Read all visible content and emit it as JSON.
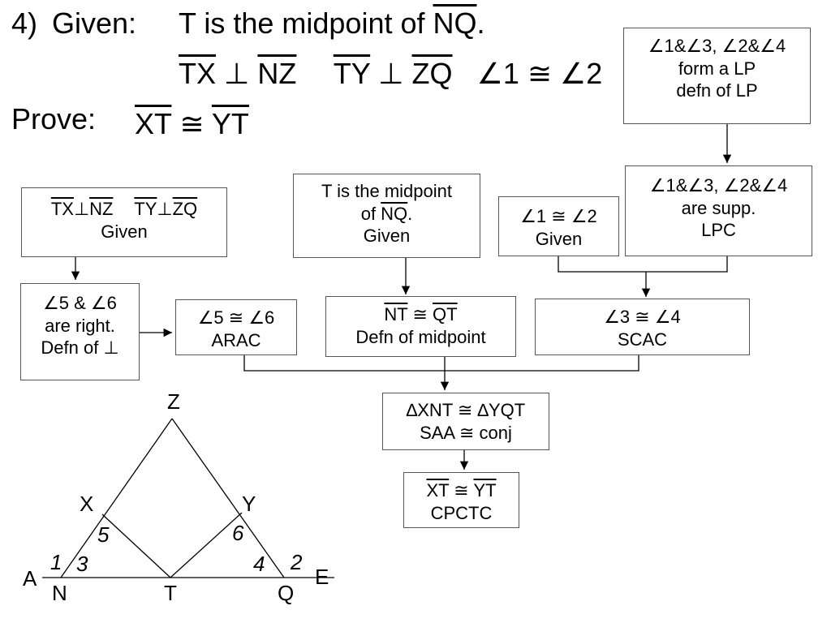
{
  "problem": {
    "number": "4)",
    "given_label": "Given:",
    "given_line1_text": "T is the midpoint of ",
    "given_line1_seg": "NQ",
    "given_line1_end": ".",
    "g2_seg1": "TX",
    "perp": "⊥",
    "g2_seg2": "NZ",
    "g2_seg3": "TY",
    "g2_seg4": "ZQ",
    "g2_angles": "∠1 ≅ ∠2",
    "prove_label": "Prove:",
    "prove_seg1": "XT",
    "congruent": "≅",
    "prove_seg2": "YT"
  },
  "boxes": {
    "lp_form": {
      "line1": "∠1&∠3, ∠2&∠4",
      "line2": "form a LP",
      "line3": "defn of LP"
    },
    "supp": {
      "line1": "∠1&∠3, ∠2&∠4",
      "line2": "are supp.",
      "line3": "LPC"
    },
    "perp_given": {
      "seg1": "TX",
      "seg2": "NZ",
      "seg3": "TY",
      "seg4": "ZQ",
      "reason": "Given"
    },
    "midpoint_given": {
      "line1": "T is the midpoint",
      "line2_a": "of ",
      "line2_seg": "NQ",
      "line2_b": ".",
      "reason": "Given"
    },
    "angles_given": {
      "line1": "∠1 ≅ ∠2",
      "reason": "Given"
    },
    "right_angles": {
      "line1": "∠5 & ∠6",
      "line2": "are right.",
      "line3": "Defn of ⊥"
    },
    "arac": {
      "line1": "∠5 ≅ ∠6",
      "reason": "ARAC"
    },
    "midpoint_defn": {
      "seg1": "NT",
      "seg2": "QT",
      "reason": "Defn of midpoint"
    },
    "scac": {
      "line1": "∠3 ≅ ∠4",
      "reason": "SCAC"
    },
    "triangles": {
      "line1": "∆XNT ≅ ∆YQT",
      "reason": "SAA ≅ conj"
    },
    "conclusion": {
      "seg1": "XT",
      "seg2": "YT",
      "reason": "CPCTC"
    }
  },
  "figure": {
    "points": {
      "Z": "Z",
      "X": "X",
      "Y": "Y",
      "A": "A",
      "N": "N",
      "T": "T",
      "Q": "Q",
      "E": "E"
    },
    "angles": {
      "a1": "1",
      "a2": "2",
      "a3": "3",
      "a4": "4",
      "a5": "5",
      "a6": "6"
    }
  }
}
